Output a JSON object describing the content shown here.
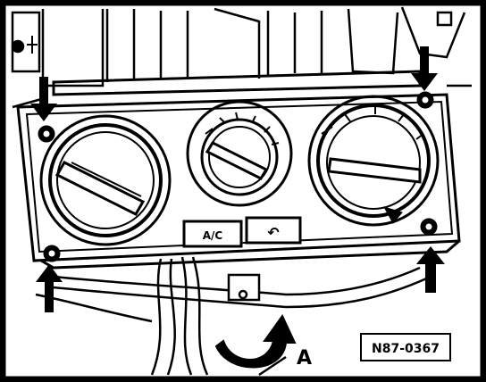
{
  "figure": {
    "callout_letter": "A",
    "reference_code": "N87-0367",
    "ac_button_label": "A/C",
    "recirc_button_label": "↶"
  },
  "colors": {
    "ink": "#000000",
    "paper": "#ffffff"
  }
}
